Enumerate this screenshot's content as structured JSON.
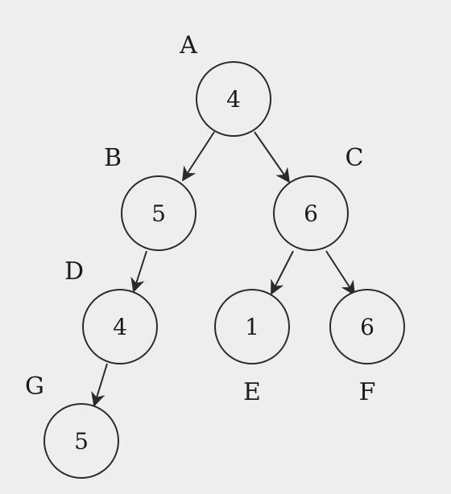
{
  "diagram": {
    "nodes": [
      {
        "id": "A",
        "label": "A",
        "value": "4"
      },
      {
        "id": "B",
        "label": "B",
        "value": "5"
      },
      {
        "id": "C",
        "label": "C",
        "value": "6"
      },
      {
        "id": "D",
        "label": "D",
        "value": "4"
      },
      {
        "id": "E",
        "label": "E",
        "value": "1"
      },
      {
        "id": "F",
        "label": "F",
        "value": "6"
      },
      {
        "id": "G",
        "label": "G",
        "value": "5"
      }
    ],
    "edges": [
      {
        "from": "A",
        "to": "B"
      },
      {
        "from": "A",
        "to": "C"
      },
      {
        "from": "B",
        "to": "D"
      },
      {
        "from": "C",
        "to": "E"
      },
      {
        "from": "C",
        "to": "F"
      },
      {
        "from": "D",
        "to": "G"
      }
    ]
  }
}
